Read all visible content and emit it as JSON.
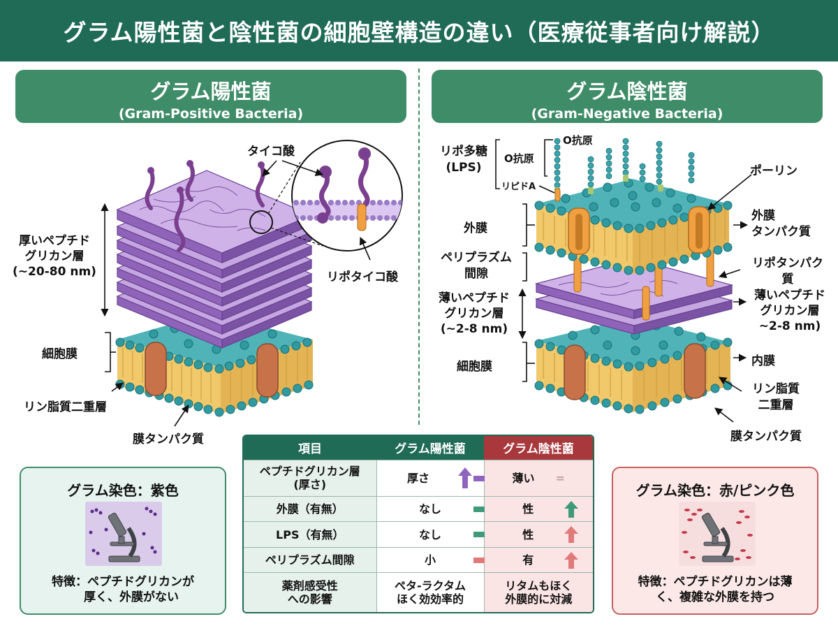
{
  "title": "グラム陽性菌と陰性菌の細胞壁構造の違い（医療従事者向け解説）",
  "positive": {
    "title_jp": "グラム陽性菌",
    "title_en": "(Gram-Positive Bacteria)",
    "labels": {
      "teichoic": "タイコ酸",
      "lipoteichoic": "リポタイコ酸",
      "pg_line1": "厚いペプチド",
      "pg_line2": "グリカン層",
      "pg_line3": "(~20-80 nm)",
      "cell_membrane": "細胞膜",
      "phospholipid": "リン脂質二重層",
      "membrane_protein": "膜タンパク質"
    }
  },
  "negative": {
    "title_jp": "グラム陰性菌",
    "title_en": "(Gram-Negative Bacteria)",
    "labels": {
      "lps_line1": "リポ多糖",
      "lps_line2": "(LPS)",
      "o_antigen_top": "O抗原",
      "o_antigen": "O抗原",
      "lipid_a": "リピドA",
      "porin": "ポーリン",
      "outer_membrane": "外膜",
      "omp_line1": "外膜",
      "omp_line2": "タンパク質",
      "periplasm_line1": "ペリプラズム",
      "periplasm_line2": "間隙",
      "lipoprotein_line1": "リポタンパク",
      "lipoprotein_line2": "質",
      "thin_pg_left_1": "薄いペプチド",
      "thin_pg_left_2": "グリカン層",
      "thin_pg_left_3": "(~2-8 nm)",
      "thin_pg_right_1": "薄いペプチド",
      "thin_pg_right_2": "グリカン層",
      "thin_pg_right_3": "~2-8 nm)",
      "cell_membrane": "細胞膜",
      "inner_membrane": "内膜",
      "phospholipid_1": "リン脂質",
      "phospholipid_2": "二重層",
      "membrane_protein": "膜タンパク質"
    }
  },
  "table": {
    "headers": [
      "項目",
      "グラム陽性菌",
      "グラム陰性菌"
    ],
    "rows": [
      {
        "item_1": "ペプチドグリカン層",
        "item_2": "(厚さ)",
        "pos": "厚さ",
        "neg": "薄い",
        "neg_mark": "="
      },
      {
        "item_1": "外膜（有無）",
        "pos": "なし",
        "neg": "性"
      },
      {
        "item_1": "LPS（有無）",
        "pos": "なし",
        "neg": "性"
      },
      {
        "item_1": "ペリプラズム間隙",
        "pos": "小",
        "neg": "有"
      },
      {
        "item_1": "薬剤感受性",
        "item_2": "への影響",
        "pos_1": "ペタ-ラクタム",
        "pos_2": "ほく効効率的",
        "neg_1": "リタムもほく",
        "neg_2": "外膜的に対減"
      }
    ]
  },
  "stain_positive": {
    "title": "グラム染色：紫色",
    "feature_1": "特徴：ペプチドグリカンが",
    "feature_2": "厚く、外膜がない"
  },
  "stain_negative": {
    "title": "グラム染色：赤/ピンク色",
    "feature_1": "特徴：ペプチドグリカンは薄",
    "feature_2": "く、複雑な外膜を持つ"
  },
  "colors": {
    "header_green": "#1f6b56",
    "panel_green": "#3f8c68",
    "peptidoglycan": "#b18ad3",
    "lipid_head": "#3a9fa6",
    "lipid_tail": "#f1c86a",
    "protein": "#c8724a",
    "neg_red": "#a8383c"
  }
}
